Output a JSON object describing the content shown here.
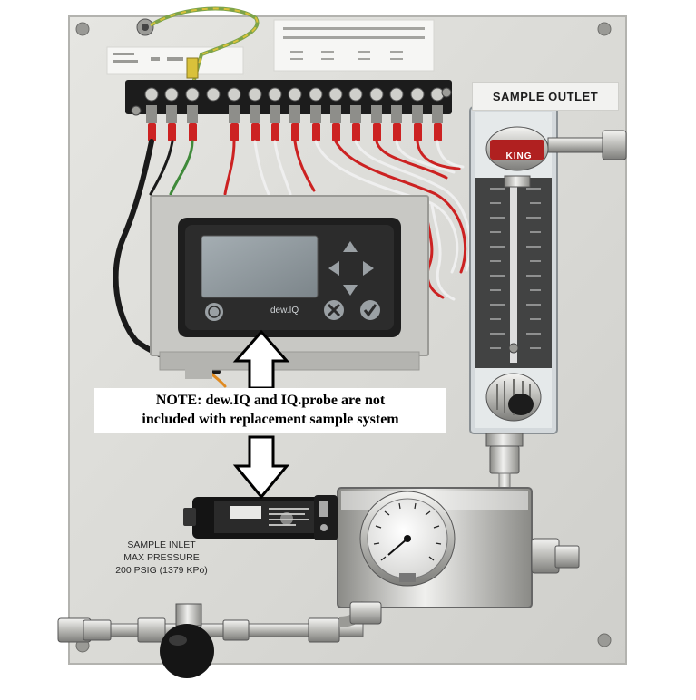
{
  "labels": {
    "sample_outlet": "SAMPLE OUTLET",
    "sample_inlet_lines": [
      "SAMPLE INLET",
      "MAX PRESSURE",
      "200 PSIG (1379 KPo)"
    ],
    "note_lines": [
      "NOTE: dew.IQ and IQ.probe are not",
      "included with replacement sample system"
    ],
    "flowmeter_brand": "KING",
    "monitor_brand": "dew.IQ"
  },
  "colors": {
    "panel": "#dcdcd8",
    "terminal_block": "#1c1c1c",
    "red_wire": "#cc2222",
    "ground_wire": "#7da34a",
    "lcd": "#8e979c"
  },
  "icons": [
    "up-arrow-icon",
    "down-arrow-icon",
    "left-arrow-icon",
    "right-arrow-icon",
    "cancel-icon",
    "check-icon",
    "ge-logo"
  ]
}
